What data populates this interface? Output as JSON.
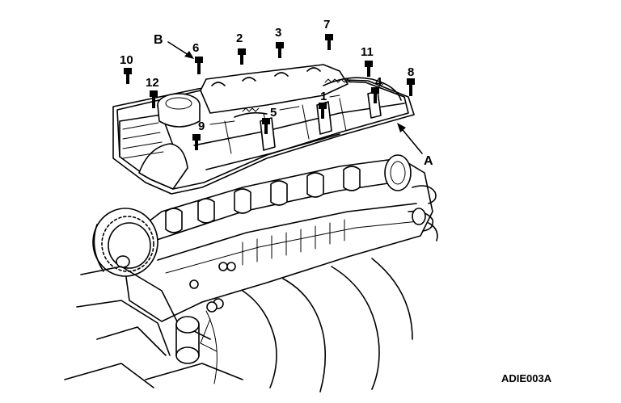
{
  "diagram": {
    "figure_code": "ADIE003A",
    "callouts": [
      "1",
      "2",
      "3",
      "4",
      "5",
      "6",
      "7",
      "8",
      "9",
      "10",
      "11",
      "12"
    ],
    "letters": [
      "A",
      "B"
    ]
  }
}
